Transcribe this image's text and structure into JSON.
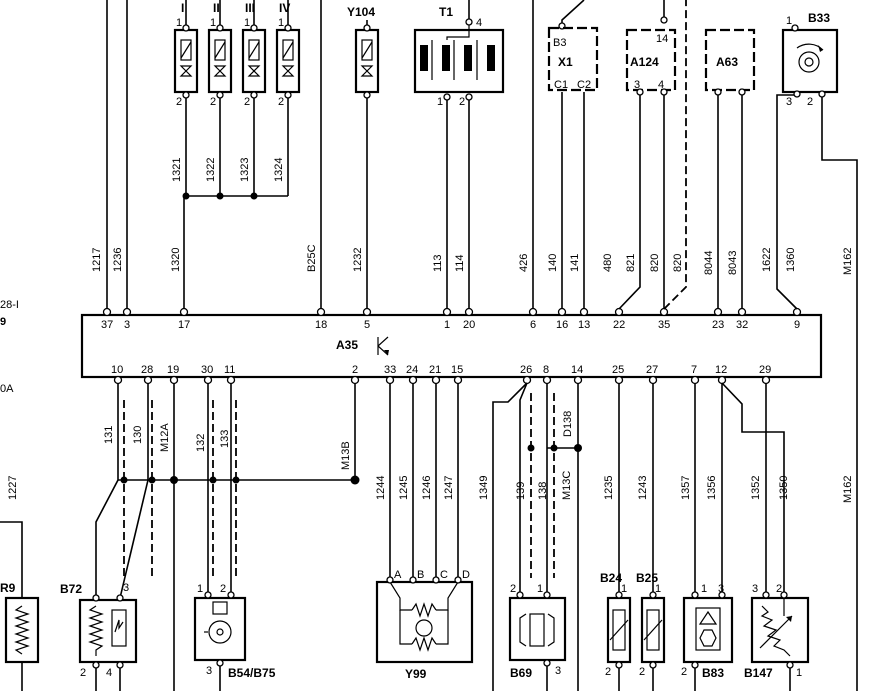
{
  "ecu": {
    "label": "A35",
    "top_pins": [
      "37",
      "3",
      "17",
      "18",
      "5",
      "1",
      "20",
      "6",
      "16",
      "13",
      "22",
      "35",
      "23",
      "32",
      "9"
    ],
    "bottom_pins": [
      "10",
      "28",
      "19",
      "30",
      "11",
      "2",
      "33",
      "24",
      "21",
      "15",
      "26",
      "8",
      "14",
      "25",
      "27",
      "7",
      "12",
      "29"
    ]
  },
  "top_wires": [
    "1217",
    "1236",
    "1320",
    "B25C",
    "1232",
    "113",
    "114",
    "426",
    "140",
    "141",
    "480",
    "821",
    "820",
    "820",
    "8044",
    "8043",
    "1622",
    "1360",
    "M162"
  ],
  "bottom_wires": [
    "1227",
    "131",
    "130",
    "M12A",
    "132",
    "133",
    "M13B",
    "1244",
    "1245",
    "1246",
    "1247",
    "1349",
    "139",
    "138",
    "M13C",
    "D138",
    "1235",
    "1243",
    "1357",
    "1356",
    "1352",
    "1350",
    "M162"
  ],
  "injector_wires": [
    "1321",
    "1322",
    "1323",
    "1324"
  ],
  "top_components": {
    "injectors": [
      "I",
      "II",
      "III",
      "IV"
    ],
    "y104": "Y104",
    "t1": "T1",
    "x1": "X1",
    "x1_pins": [
      "B3",
      "C1",
      "C2"
    ],
    "a124": "A124",
    "a63": "A63",
    "b33": "B33"
  },
  "top_pins_labels": {
    "inj_top": "1",
    "inj_bot": "2",
    "t1_pin4": "4",
    "t1_pin1": "1",
    "t1_pin2": "2",
    "a124_pin14": "14",
    "a124_pin3": "3",
    "a124_pin4": "4",
    "b33_pin1": "1",
    "b33_pin3": "3",
    "b33_pin2": "2"
  },
  "left_edge": [
    "28-I",
    "9",
    "0A"
  ],
  "bottom_components": {
    "r9": "R9",
    "b72": "B72",
    "b54": "B54/B75",
    "y99": "Y99",
    "y99_pins": [
      "A",
      "B",
      "C",
      "D"
    ],
    "b69": "B69",
    "b24": "B24",
    "b25": "B25",
    "b83": "B83",
    "b147": "B147"
  },
  "bottom_pin_labels": {
    "one": "1",
    "two": "2",
    "three": "3",
    "four": "4"
  }
}
